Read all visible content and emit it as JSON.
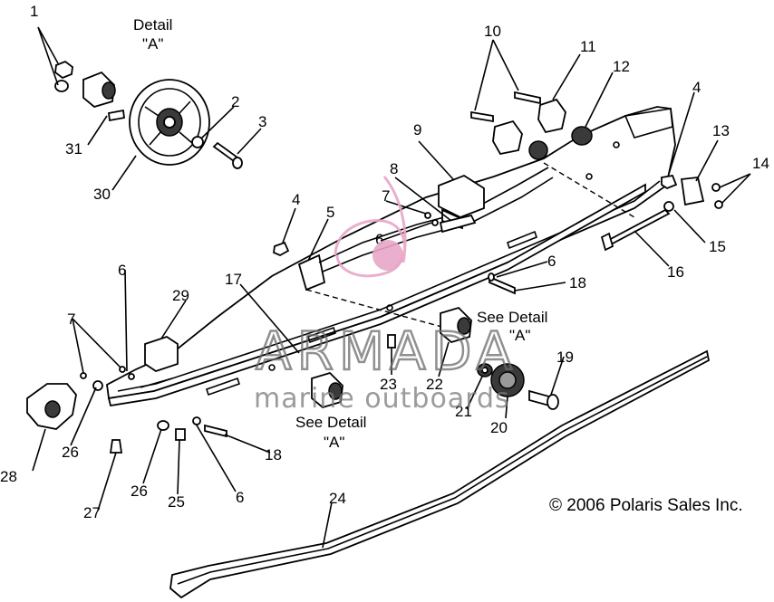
{
  "callouts": [
    {
      "id": "c1",
      "text": "1"
    },
    {
      "id": "c2",
      "text": "2"
    },
    {
      "id": "c3",
      "text": "3"
    },
    {
      "id": "c4a",
      "text": "4"
    },
    {
      "id": "c4b",
      "text": "4"
    },
    {
      "id": "c5",
      "text": "5"
    },
    {
      "id": "c6a",
      "text": "6"
    },
    {
      "id": "c6b",
      "text": "6"
    },
    {
      "id": "c6c",
      "text": "6"
    },
    {
      "id": "c6d",
      "text": "6"
    },
    {
      "id": "c7a",
      "text": "7"
    },
    {
      "id": "c7b",
      "text": "7"
    },
    {
      "id": "c8",
      "text": "8"
    },
    {
      "id": "c9",
      "text": "9"
    },
    {
      "id": "c10",
      "text": "10"
    },
    {
      "id": "c11",
      "text": "11"
    },
    {
      "id": "c12",
      "text": "12"
    },
    {
      "id": "c13",
      "text": "13"
    },
    {
      "id": "c14",
      "text": "14"
    },
    {
      "id": "c15",
      "text": "15"
    },
    {
      "id": "c16",
      "text": "16"
    },
    {
      "id": "c17",
      "text": "17"
    },
    {
      "id": "c18a",
      "text": "18"
    },
    {
      "id": "c18b",
      "text": "18"
    },
    {
      "id": "c19",
      "text": "19"
    },
    {
      "id": "c20",
      "text": "20"
    },
    {
      "id": "c21",
      "text": "21"
    },
    {
      "id": "c22",
      "text": "22"
    },
    {
      "id": "c23",
      "text": "23"
    },
    {
      "id": "c24",
      "text": "24"
    },
    {
      "id": "c25",
      "text": "25"
    },
    {
      "id": "c26a",
      "text": "26"
    },
    {
      "id": "c26b",
      "text": "26"
    },
    {
      "id": "c27",
      "text": "27"
    },
    {
      "id": "c28",
      "text": "28"
    },
    {
      "id": "c29",
      "text": "29"
    },
    {
      "id": "c30",
      "text": "30"
    },
    {
      "id": "c31",
      "text": "31"
    }
  ],
  "detail_header": {
    "line1": "Detail",
    "line2": "\"A\""
  },
  "see_detail_1": {
    "line1": "See Detail",
    "line2": "\"A\""
  },
  "see_detail_2": {
    "line1": "See Detail",
    "line2": "\"A\""
  },
  "copyright": "© 2006 Polaris Sales Inc.",
  "watermark": {
    "brand": "ARMADA",
    "tagline": "marine outboards",
    "accent_color": "#e8a6c8"
  }
}
